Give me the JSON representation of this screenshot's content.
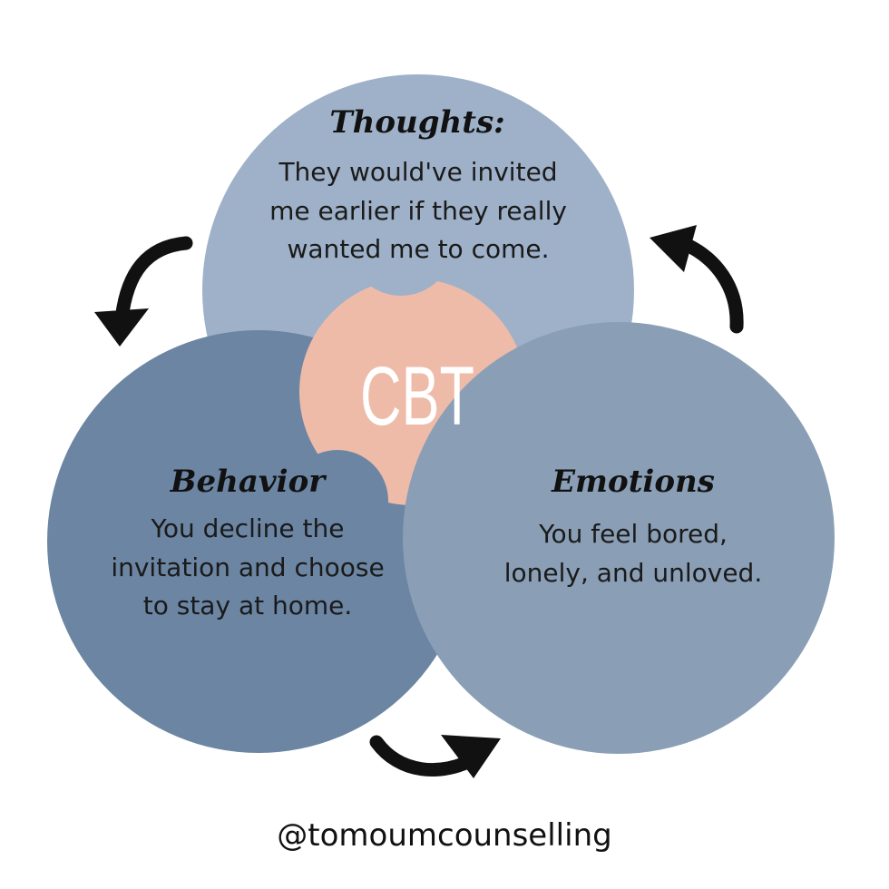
{
  "diagram": {
    "center_label": "CBT",
    "thoughts": {
      "title": "Thoughts:",
      "lines": [
        "They would've invited",
        "me earlier if they really",
        "wanted me to come."
      ]
    },
    "behavior": {
      "title": "Behavior",
      "lines": [
        "You decline the",
        "invitation and choose",
        "to stay at home."
      ]
    },
    "emotions": {
      "title": "Emotions",
      "lines": [
        "You feel bored,",
        "lonely, and unloved."
      ]
    },
    "handle": "@tomoumcounselling"
  },
  "colors": {
    "thoughts_circle": "#9EB1C8",
    "behavior_circle": "#6B85A3",
    "emotions_circle": "#8A9FB6",
    "center_circle": "#EEBBA9",
    "arrow": "#111111"
  },
  "icons": {
    "cycle_arrows": [
      "curved-arrow-down-left",
      "curved-arrow-right",
      "curved-arrow-up-left"
    ]
  }
}
